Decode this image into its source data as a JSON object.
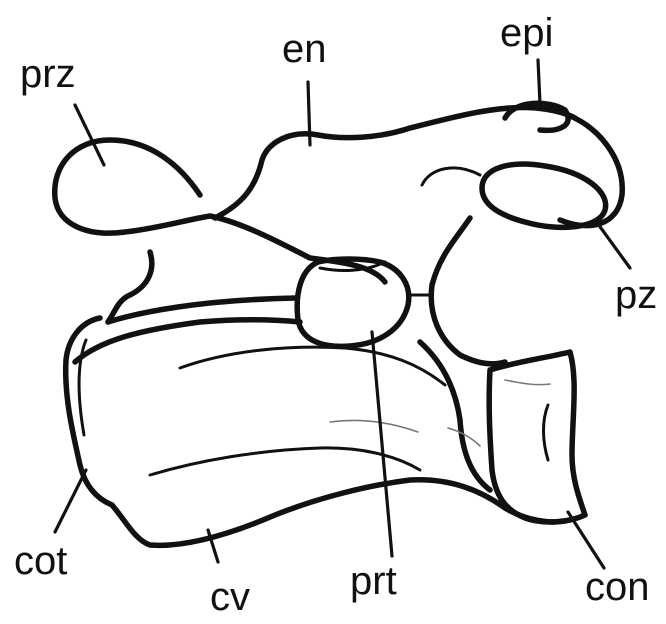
{
  "labels": {
    "prz": "prz",
    "en": "en",
    "epi": "epi",
    "pz": "pz",
    "prt": "prt",
    "cot": "cot",
    "cv": "cv",
    "con": "con"
  }
}
